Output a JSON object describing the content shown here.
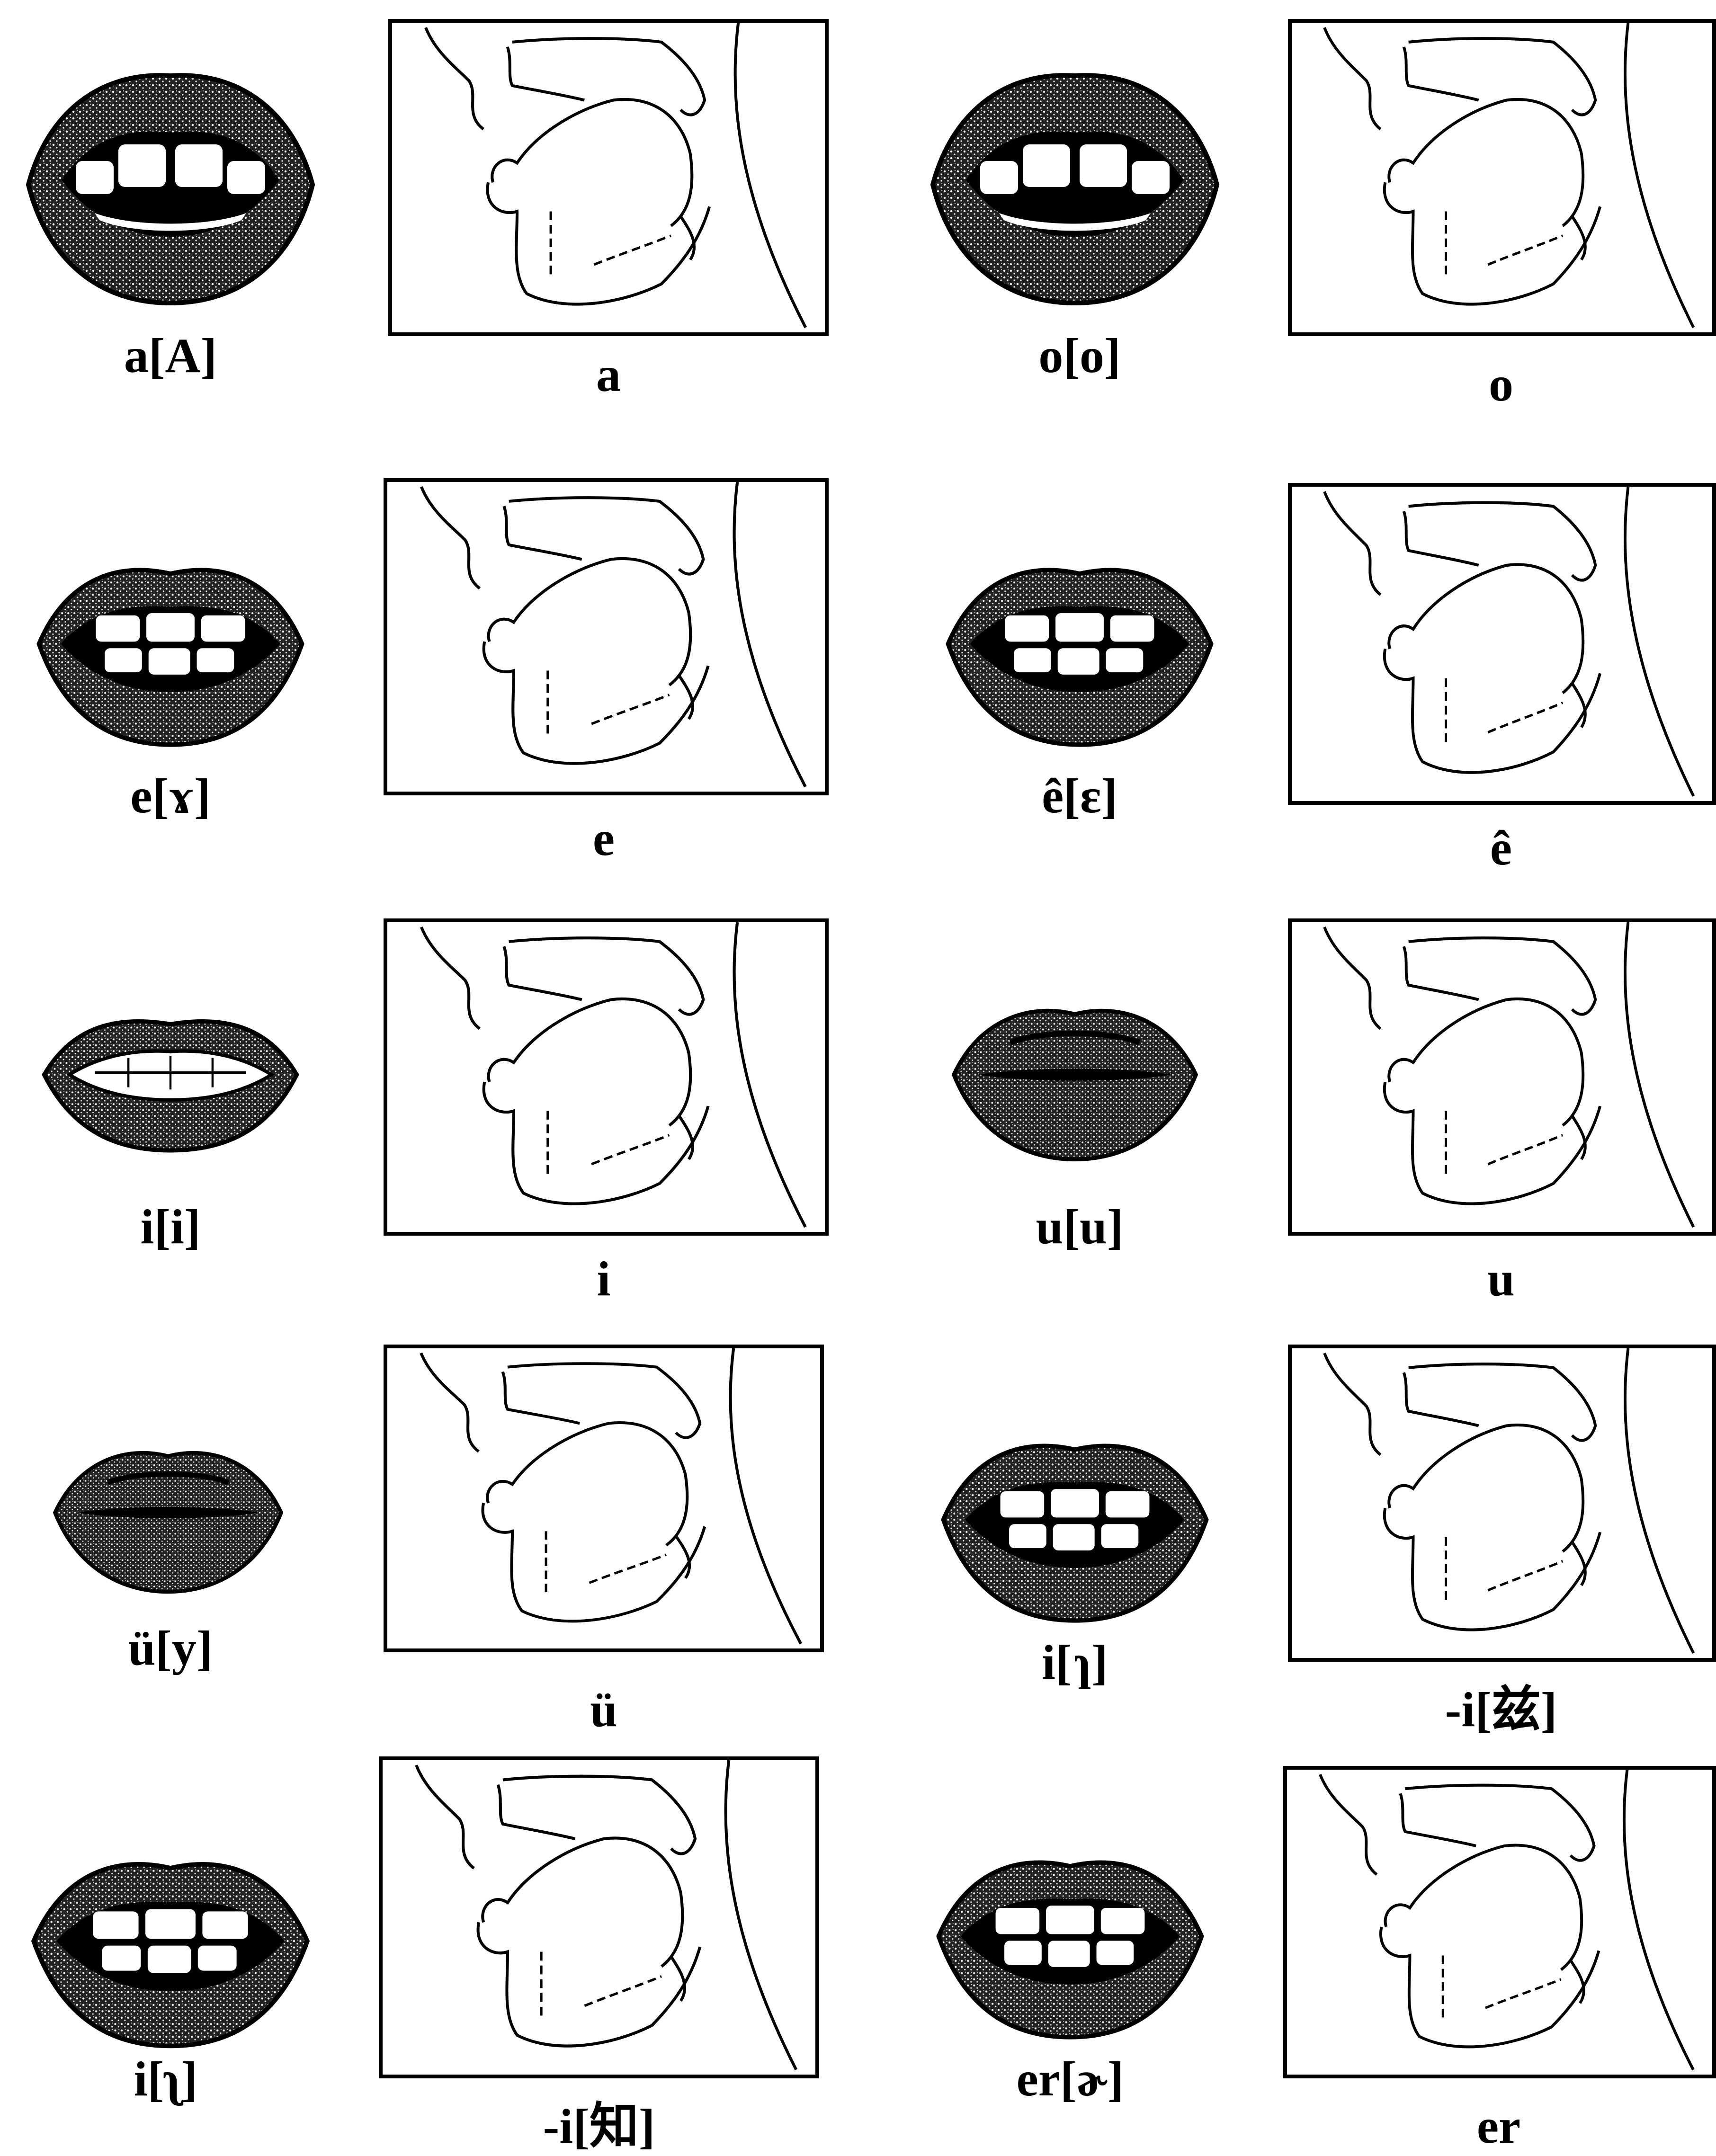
{
  "items": [
    {
      "lips_label": "a[A]",
      "caption": "a"
    },
    {
      "lips_label": "o[o]",
      "caption": "o"
    },
    {
      "lips_label": "e[ɤ]",
      "caption": "e"
    },
    {
      "lips_label": "ê[ɛ]",
      "caption": "ê"
    },
    {
      "lips_label": "i[i]",
      "caption": "i"
    },
    {
      "lips_label": "u[u]",
      "caption": "u"
    },
    {
      "lips_label": "ü[y]",
      "caption": "ü"
    },
    {
      "lips_label": "i[ɿ]",
      "caption": "-i[兹]"
    },
    {
      "lips_label": "i[ʅ]",
      "caption": "-i[知]"
    },
    {
      "lips_label": "er[ɚ]",
      "caption": "er"
    }
  ]
}
